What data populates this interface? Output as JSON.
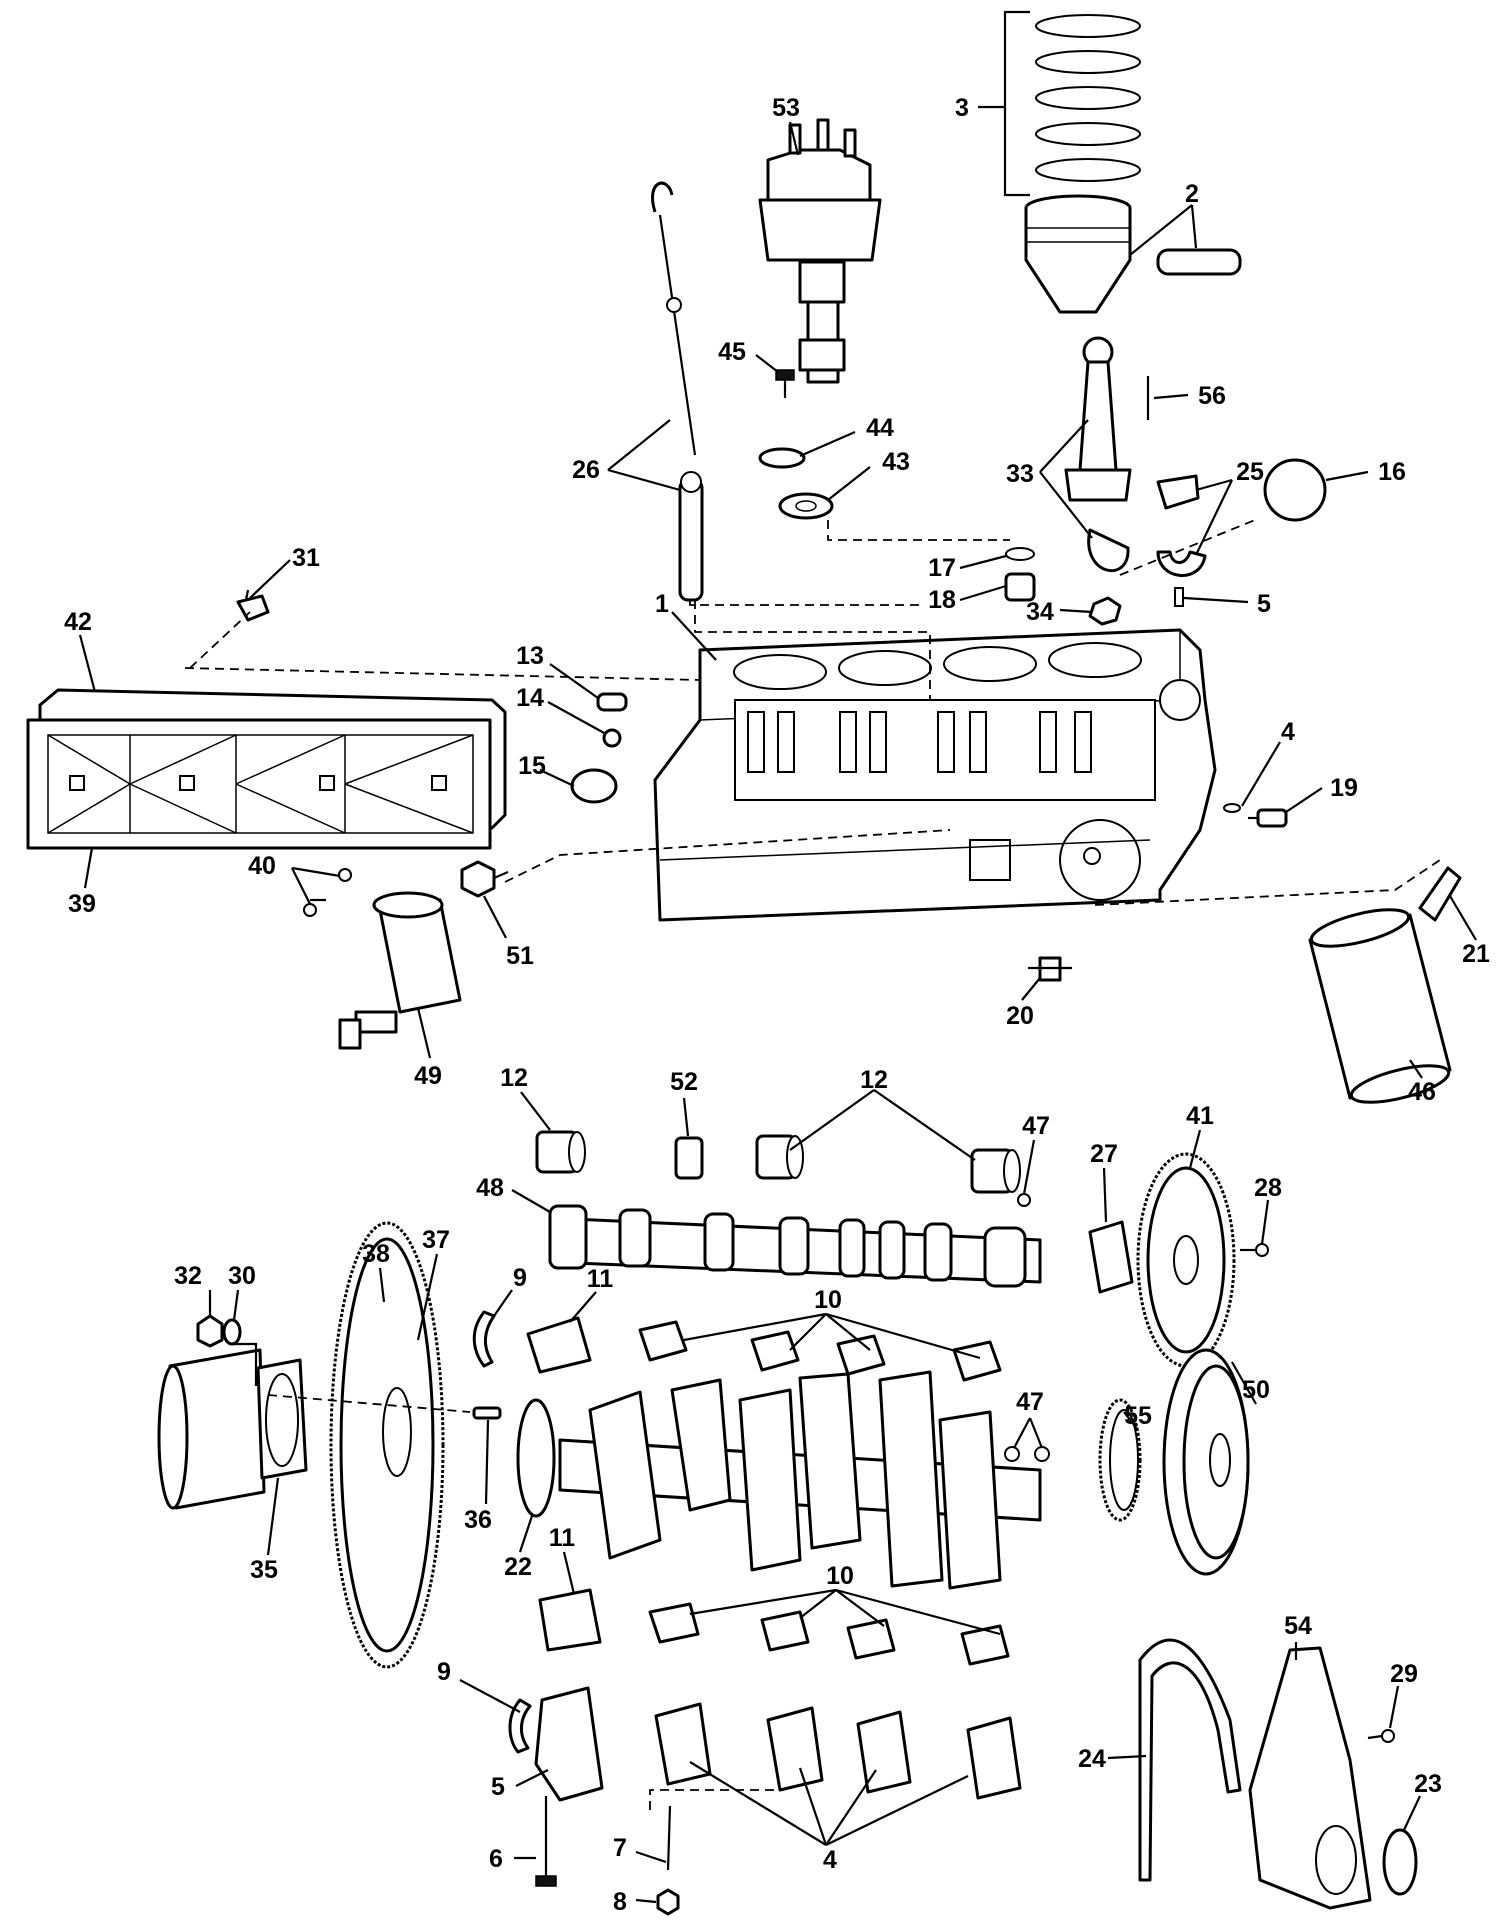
{
  "callouts": [
    {
      "id": "1",
      "text": "1"
    },
    {
      "id": "2",
      "text": "2"
    },
    {
      "id": "3",
      "text": "3"
    },
    {
      "id": "4a",
      "text": "4"
    },
    {
      "id": "4b",
      "text": "4"
    },
    {
      "id": "5a",
      "text": "5"
    },
    {
      "id": "5b",
      "text": "5"
    },
    {
      "id": "6",
      "text": "6"
    },
    {
      "id": "7",
      "text": "7"
    },
    {
      "id": "8",
      "text": "8"
    },
    {
      "id": "9a",
      "text": "9"
    },
    {
      "id": "9b",
      "text": "9"
    },
    {
      "id": "10a",
      "text": "10"
    },
    {
      "id": "10b",
      "text": "10"
    },
    {
      "id": "11a",
      "text": "11"
    },
    {
      "id": "11b",
      "text": "11"
    },
    {
      "id": "12a",
      "text": "12"
    },
    {
      "id": "12b",
      "text": "12"
    },
    {
      "id": "13",
      "text": "13"
    },
    {
      "id": "14",
      "text": "14"
    },
    {
      "id": "15",
      "text": "15"
    },
    {
      "id": "16",
      "text": "16"
    },
    {
      "id": "17",
      "text": "17"
    },
    {
      "id": "18",
      "text": "18"
    },
    {
      "id": "19",
      "text": "19"
    },
    {
      "id": "20",
      "text": "20"
    },
    {
      "id": "21",
      "text": "21"
    },
    {
      "id": "22",
      "text": "22"
    },
    {
      "id": "23",
      "text": "23"
    },
    {
      "id": "24",
      "text": "24"
    },
    {
      "id": "25",
      "text": "25"
    },
    {
      "id": "26",
      "text": "26"
    },
    {
      "id": "27",
      "text": "27"
    },
    {
      "id": "28",
      "text": "28"
    },
    {
      "id": "29",
      "text": "29"
    },
    {
      "id": "30",
      "text": "30"
    },
    {
      "id": "31",
      "text": "31"
    },
    {
      "id": "32",
      "text": "32"
    },
    {
      "id": "33",
      "text": "33"
    },
    {
      "id": "34",
      "text": "34"
    },
    {
      "id": "35",
      "text": "35"
    },
    {
      "id": "36",
      "text": "36"
    },
    {
      "id": "37",
      "text": "37"
    },
    {
      "id": "38",
      "text": "38"
    },
    {
      "id": "39",
      "text": "39"
    },
    {
      "id": "40",
      "text": "40"
    },
    {
      "id": "41",
      "text": "41"
    },
    {
      "id": "42",
      "text": "42"
    },
    {
      "id": "43",
      "text": "43"
    },
    {
      "id": "44",
      "text": "44"
    },
    {
      "id": "45",
      "text": "45"
    },
    {
      "id": "46",
      "text": "46"
    },
    {
      "id": "47a",
      "text": "47"
    },
    {
      "id": "47b",
      "text": "47"
    },
    {
      "id": "48",
      "text": "48"
    },
    {
      "id": "49",
      "text": "49"
    },
    {
      "id": "50",
      "text": "50"
    },
    {
      "id": "51",
      "text": "51"
    },
    {
      "id": "52",
      "text": "52"
    },
    {
      "id": "53",
      "text": "53"
    },
    {
      "id": "54",
      "text": "54"
    },
    {
      "id": "55",
      "text": "55"
    },
    {
      "id": "56",
      "text": "56"
    }
  ]
}
